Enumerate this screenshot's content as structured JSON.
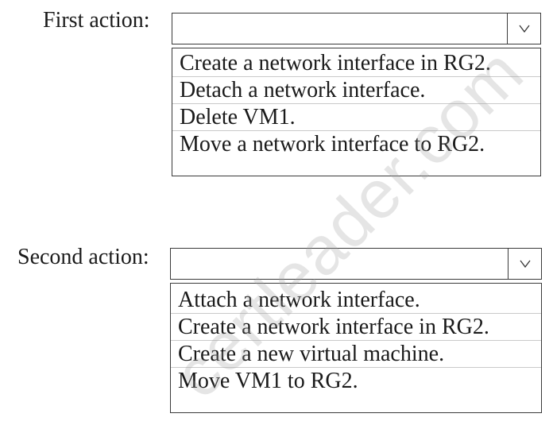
{
  "first": {
    "label": "First action:",
    "selected": "",
    "options": [
      "Create a network interface in RG2.",
      "Detach a network interface.",
      "Delete VM1.",
      "Move a network interface to RG2."
    ]
  },
  "second": {
    "label": "Second action:",
    "selected": "",
    "options": [
      "Attach a network interface.",
      "Create a network interface in RG2.",
      "Create a new virtual machine.",
      "Move VM1 to RG2."
    ]
  },
  "watermark": "certleader.com"
}
